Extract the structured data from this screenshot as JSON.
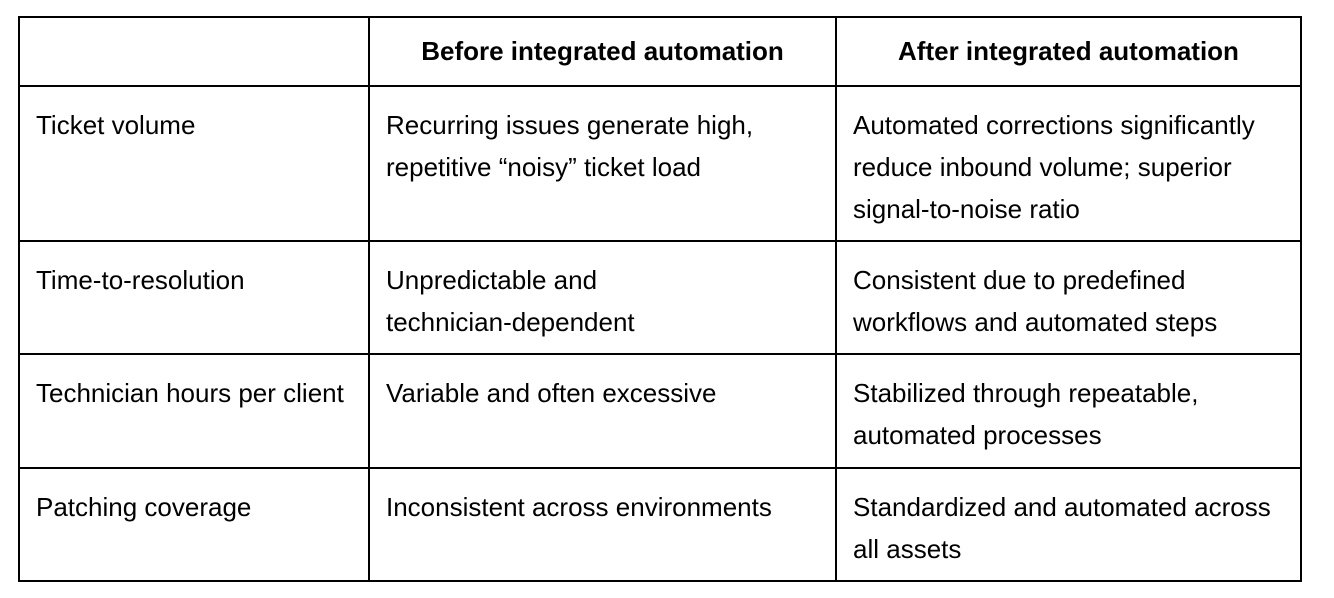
{
  "page": {
    "background_color": "#ffffff",
    "border_color": "#000000",
    "text_color": "#000000"
  },
  "table": {
    "columns": [
      {
        "label": ""
      },
      {
        "label": "Before integrated automation"
      },
      {
        "label": "After integrated automation"
      }
    ],
    "rows": [
      {
        "metric": "Ticket volume",
        "before": "Recurring issues generate high,\nrepetitive “noisy” ticket load",
        "after": "Automated corrections significantly\nreduce inbound volume; superior\nsignal-to-noise ratio"
      },
      {
        "metric": "Time-to-resolution",
        "before": "Unpredictable and\ntechnician-dependent",
        "after": "Consistent due to predefined\nworkflows and automated steps"
      },
      {
        "metric": "Technician hours per client",
        "before": "Variable and often excessive",
        "after": "Stabilized through repeatable,\nautomated processes"
      },
      {
        "metric": "Patching coverage",
        "before": "Inconsistent across environments",
        "after": "Standardized and automated across\nall assets"
      }
    ]
  }
}
